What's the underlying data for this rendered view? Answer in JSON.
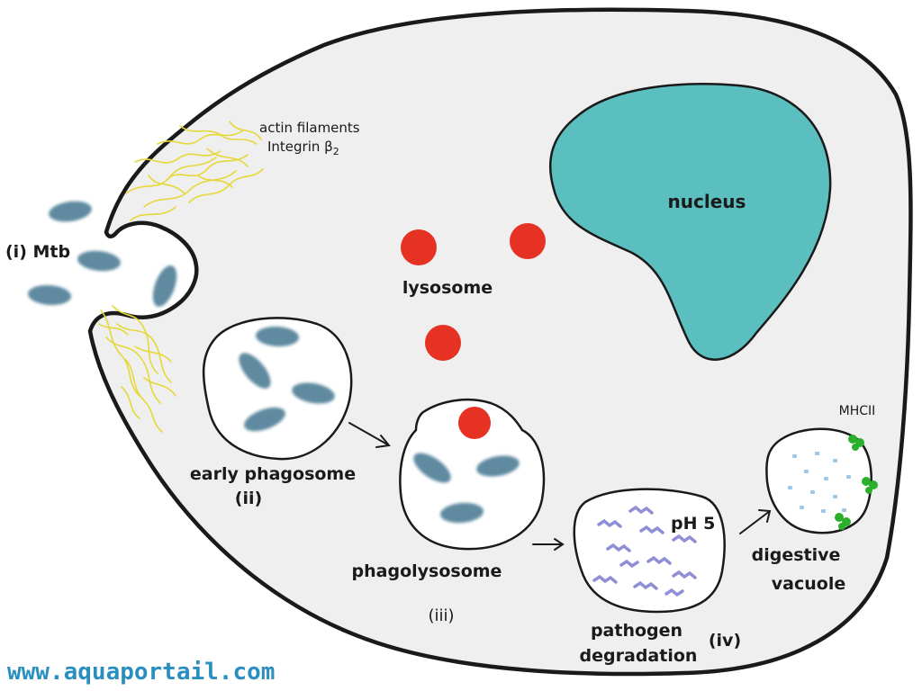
{
  "labels": {
    "mtb": "(i) Mtb",
    "actin": "actin filaments",
    "integrin_text": "Integrin β",
    "integrin_sub": "2",
    "nucleus": "nucleus",
    "lysosome": "lysosome",
    "early_phagosome": "early phagosome",
    "step_ii": "(ii)",
    "phagolysosome": "phagolysosome",
    "step_iii": "(iii)",
    "ph": "pH 5",
    "pathogen": "pathogen",
    "degradation": "degradation",
    "step_iv": "(iv)",
    "mhcii": "MHCII",
    "digestive": "digestive",
    "vacuole": "vacuole"
  },
  "watermark": "www.aquaportail.com",
  "colors": {
    "cytoplasm": "#efefef",
    "outline": "#1a1a1a",
    "nucleus": "#5bbfbf",
    "lysosome": "#e53223",
    "bacterium": "#5f8aa0",
    "actin": "#e6d83a",
    "degraded": "#8f8fd6",
    "fragment": "#9ec6e6",
    "mhcii": "#2bb02b",
    "watermark": "#2a8fbf"
  }
}
